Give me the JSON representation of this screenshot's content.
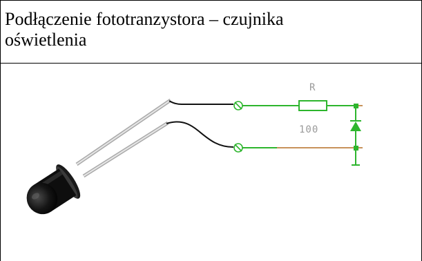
{
  "page": {
    "title_line_1": "Podłączenie fototranzystora – czujnika",
    "title_line_2": "oświetlenia"
  },
  "diagram": {
    "resistor_name": "R",
    "resistor_value": "100",
    "colors": {
      "circuit": "#2db52d",
      "ground_wire": "#c8925a",
      "lead_wire": "#111111",
      "phototransistor_body": "#111111",
      "leg_metal": "#c8c8c8"
    },
    "components": [
      "phototransistor",
      "resistor-R",
      "diode",
      "two-screw-terminals"
    ]
  }
}
